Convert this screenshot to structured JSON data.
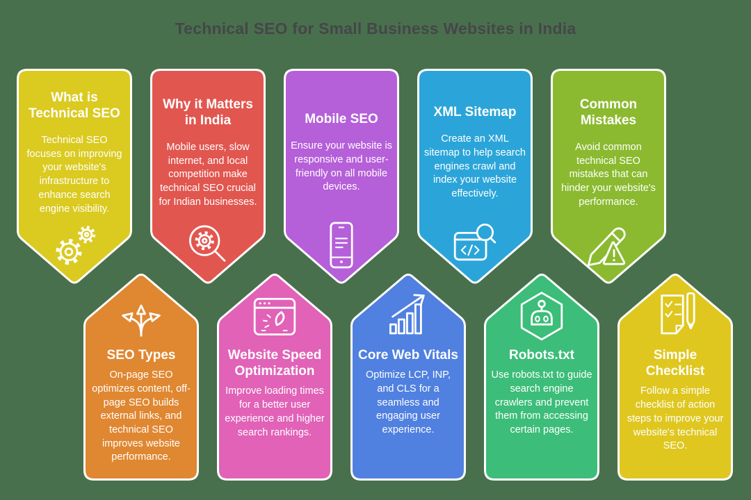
{
  "title": "Technical SEO for Small Business Websites in India",
  "colors": {
    "background": "#49704d",
    "title_text": "#45464a",
    "card_text": "#ffffff",
    "card_border": "#ffffff"
  },
  "cards": [
    {
      "title": "What is Technical SEO",
      "body": "Technical SEO focuses on improving your website's infrastructure to enhance search engine visibility.",
      "icon": "gears-icon",
      "color": "#dbca20"
    },
    {
      "title": "Why it Matters in India",
      "body": "Mobile users, slow internet, and local competition make technical SEO crucial for Indian businesses.",
      "icon": "search-gear-icon",
      "color": "#e25650"
    },
    {
      "title": "Mobile SEO",
      "body": "Ensure your website is responsive and user-friendly on all mobile devices.",
      "icon": "smartphone-icon",
      "color": "#b55fd9"
    },
    {
      "title": "XML Sitemap",
      "body": "Create an XML sitemap to help search engines crawl and index your website effectively.",
      "icon": "code-search-icon",
      "color": "#2ba5d9"
    },
    {
      "title": "Common Mistakes",
      "body": "Avoid common technical SEO mistakes that can hinder your website's performance.",
      "icon": "pencil-warning-icon",
      "color": "#8bba30"
    },
    {
      "title": "SEO Types",
      "body": "On-page SEO optimizes content, off-page SEO builds external links, and technical SEO improves website performance.",
      "icon": "branch-arrows-icon",
      "color": "#e08731"
    },
    {
      "title": "Website Speed Optimization",
      "body": "Improve loading times for a better user experience and higher search rankings.",
      "icon": "speedometer-icon",
      "color": "#e162b7"
    },
    {
      "title": "Core Web Vitals",
      "body": "Optimize LCP, INP, and CLS for a seamless and engaging user experience.",
      "icon": "growth-chart-icon",
      "color": "#5080e0"
    },
    {
      "title": "Robots.txt",
      "body": "Use robots.txt to guide search engine crawlers and prevent them from accessing certain pages.",
      "icon": "robot-icon",
      "color": "#3cbd79"
    },
    {
      "title": "Simple Checklist",
      "body": "Follow a simple checklist of action steps to improve your website's technical SEO.",
      "icon": "checklist-pen-icon",
      "color": "#dfc71f"
    }
  ]
}
